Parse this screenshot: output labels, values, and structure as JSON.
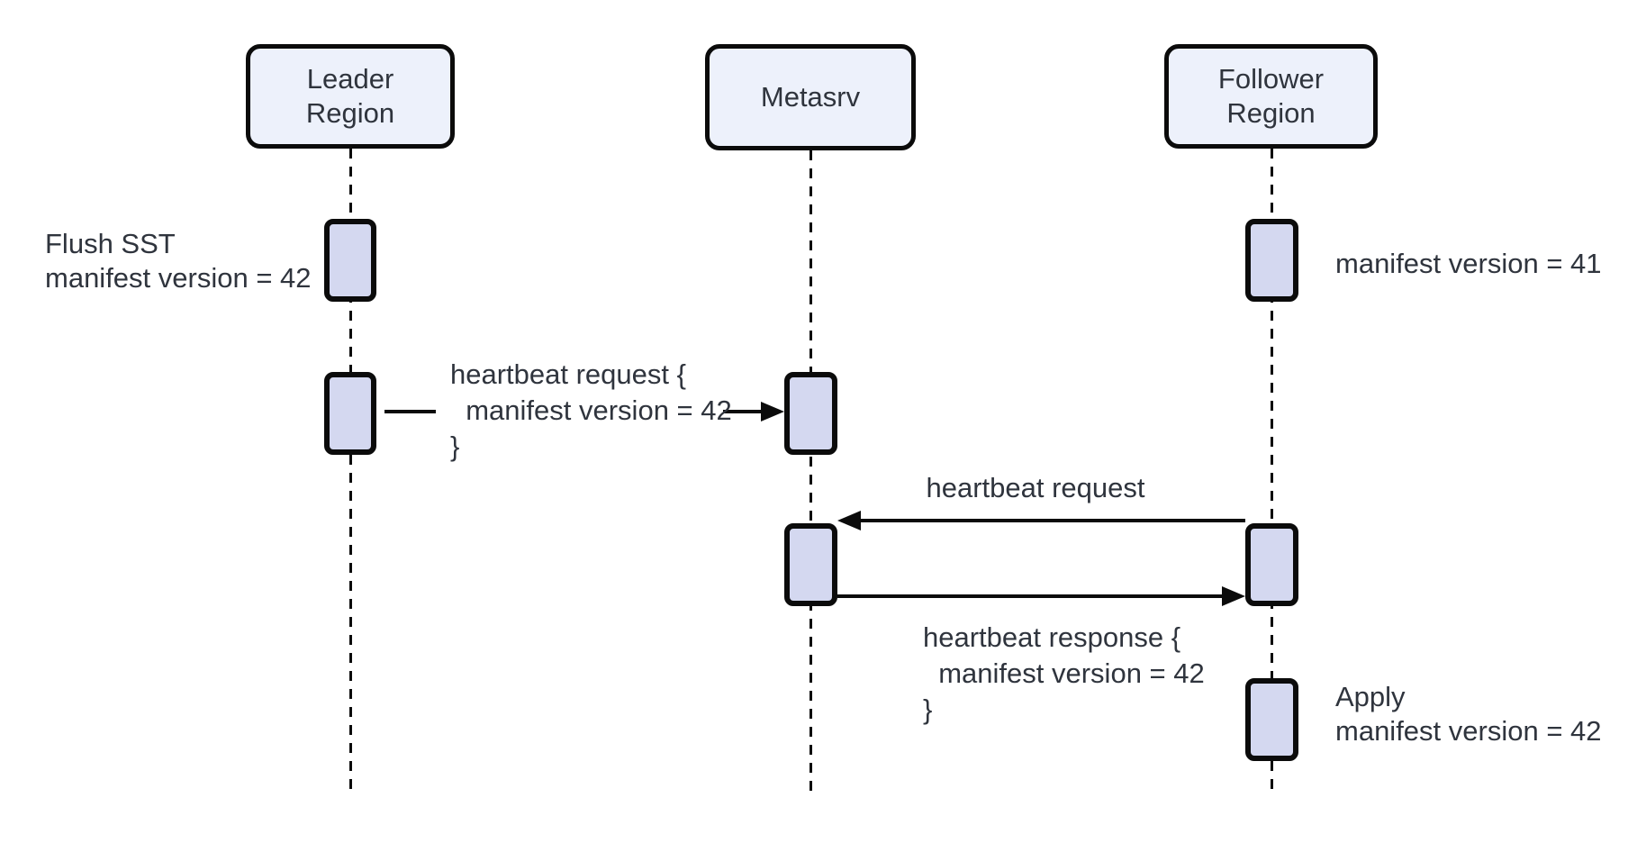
{
  "participants": [
    {
      "label": "Leader\nRegion"
    },
    {
      "label": "Metasrv"
    },
    {
      "label": "Follower\nRegion"
    }
  ],
  "labels": {
    "flush_note": "Flush SST\nmanifest version = 42",
    "follower_version_note": "manifest version = 41",
    "heartbeat_request_leader": "heartbeat request {\n  manifest version = 42\n}",
    "heartbeat_request_follower": "heartbeat request",
    "heartbeat_response": "heartbeat response {\n  manifest version = 42\n}",
    "apply_note": "Apply\nmanifest version = 42"
  },
  "colors": {
    "participant_fill": "#EDF1FB",
    "activation_fill": "#D4D8F0",
    "line": "#0B0B0B",
    "text": "#2F343D",
    "background": "#FFFFFF"
  }
}
